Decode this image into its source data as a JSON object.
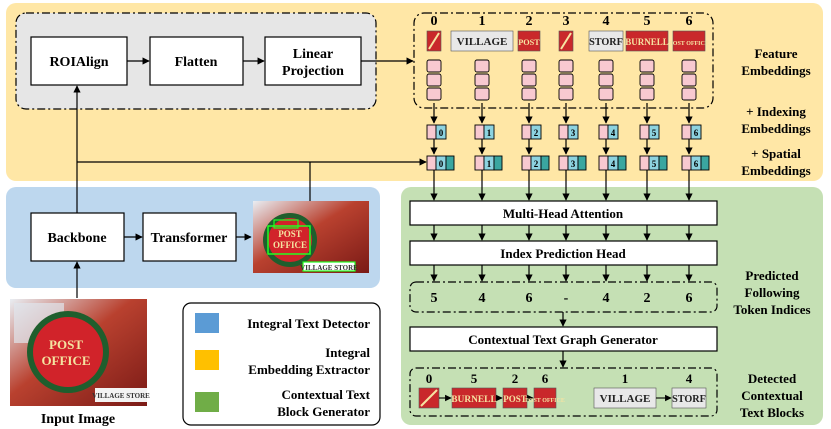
{
  "colors": {
    "yellow_panel": "#FFE7A6",
    "blue_panel": "#BDD7EE",
    "green_panel": "#C5E0B4",
    "gray_panel": "#E6E6E6",
    "pink_cell": "#F8C9D0",
    "teal_index": "#8DD3E0",
    "legend_blue": "#5B9BD5",
    "legend_yellow": "#FFC000",
    "legend_green": "#70AD47"
  },
  "blocks": {
    "roialign": "ROIAlign",
    "flatten": "Flatten",
    "linear_projection": [
      "Linear",
      "Projection"
    ],
    "backbone": "Backbone",
    "transformer": "Transformer",
    "multi_head_attention": "Multi-Head Attention",
    "index_prediction_head": "Index Prediction Head",
    "graph_generator": "Contextual Text Graph Generator"
  },
  "tokens": {
    "indices": [
      "0",
      "1",
      "2",
      "3",
      "4",
      "5",
      "6"
    ],
    "crops": [
      "",
      "VILLAGE",
      "POST",
      "",
      "STORF",
      "BURNELL",
      "POST OFFICE"
    ]
  },
  "predicted_indices": [
    "5",
    "4",
    "6",
    "-",
    "4",
    "2",
    "6"
  ],
  "detected_blocks": {
    "block1_indices": [
      "0",
      "5",
      "2",
      "6"
    ],
    "block1_crops": [
      "",
      "BURNELL",
      "POST",
      "POST OFFICE"
    ],
    "block2_indices": [
      "1",
      "4"
    ],
    "block2_crops": [
      "VILLAGE",
      "STORF"
    ]
  },
  "side_labels": {
    "feature_embeddings": [
      "Feature",
      "Embeddings"
    ],
    "indexing_embeddings": [
      "+ Indexing",
      "Embeddings"
    ],
    "spatial_embeddings": [
      "+ Spatial",
      "Embeddings"
    ],
    "predicted_indices": [
      "Predicted",
      "Following",
      "Token Indices"
    ],
    "detected_blocks": [
      "Detected",
      "Contextual",
      "Text Blocks"
    ]
  },
  "input_image": {
    "caption": "Input Image",
    "sign_text": [
      "POST",
      "OFFICE"
    ],
    "wall_text": "VILLAGE STORE"
  },
  "legend": {
    "items": [
      [
        "Integral Text Detector"
      ],
      [
        "Integral",
        "Embedding Extractor"
      ],
      [
        "Contextual Text",
        "Block Generator"
      ]
    ]
  }
}
